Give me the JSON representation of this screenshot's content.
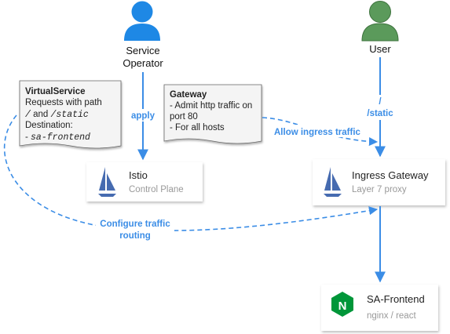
{
  "actors": {
    "operator": {
      "line1": "Service",
      "line2": "Operator",
      "color": "#1e88e5"
    },
    "user": {
      "label": "User",
      "color": "#4f8a4f"
    }
  },
  "notes": {
    "virtualservice": {
      "title": "VirtualService",
      "line1": "Requests with path",
      "line2_a": "/",
      "line2_b": " and ",
      "line2_c": "/static",
      "line3": "Destination:",
      "line4_a": "- ",
      "line4_b": "sa-frontend"
    },
    "gateway": {
      "title": "Gateway",
      "line1": "- Admit http traffic on",
      "line2": "port 80",
      "line3": "- For all hosts"
    }
  },
  "nodes": {
    "istio": {
      "title": "Istio",
      "subtitle": "Control Plane"
    },
    "ingress": {
      "title": "Ingress Gateway",
      "subtitle": "Layer 7 proxy"
    },
    "frontend": {
      "title": "SA-Frontend",
      "subtitle": "nginx / react",
      "logo_letter": "N"
    }
  },
  "edges": {
    "apply": "apply",
    "user_path_a": "/",
    "user_path_b": "/static",
    "allow_ingress": "Allow ingress traffic",
    "configure_a": "Configure traffic",
    "configure_b": "routing"
  },
  "colors": {
    "arrow": "#3b8de6",
    "label": "#3b8de6",
    "note_bg": "#f4f4f4",
    "istio_sail": "#466bb0",
    "nginx_green": "#009639"
  }
}
